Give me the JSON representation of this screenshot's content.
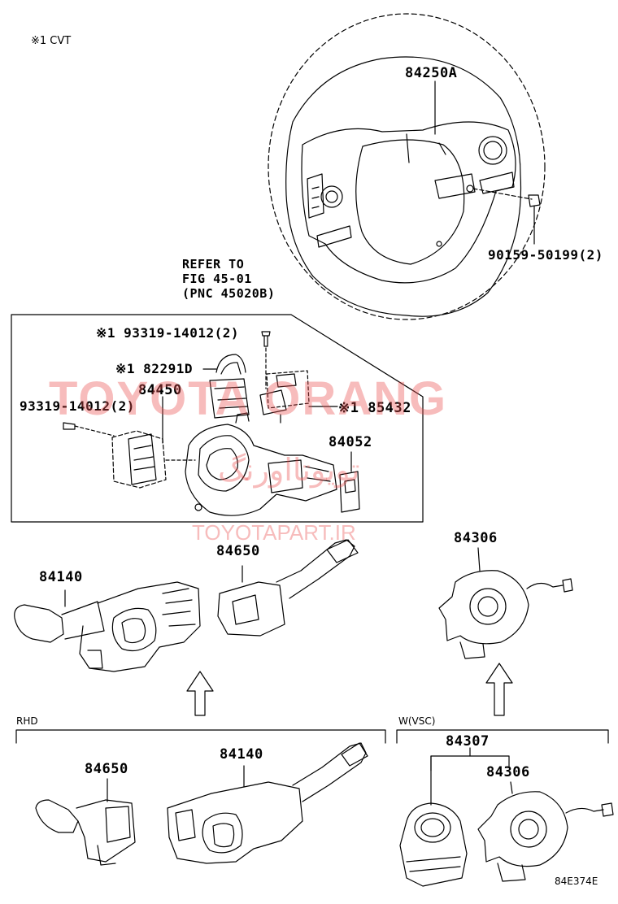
{
  "note_cvt": "※1 CVT",
  "parts": {
    "wheel": "84250A",
    "screw_wheel": "90159-50199(2)",
    "refer_line1": "REFER TO",
    "refer_line2": "FIG 45-01",
    "refer_line3": "(PNC 45020B)",
    "screw_top": "※1 93319-14012(2)",
    "d82291": "※1 82291D",
    "p84450": "84450",
    "screw_left": "93319-14012(2)",
    "p85432": "※1 85432",
    "p84052": "84052",
    "p84140_top": "84140",
    "p84650_top": "84650",
    "p84306_top": "84306",
    "rhd_label": "RHD",
    "vsc_label": "W(VSC)",
    "p84650_bot": "84650",
    "p84140_bot": "84140",
    "p84307": "84307",
    "p84306_bot": "84306",
    "diagram_code": "84E374E"
  },
  "watermark": {
    "main": "TOYOTA ORANG",
    "arabic": "تویوتااورنگ",
    "url": "TOYOTAPART.IR",
    "color": "#eb5050"
  }
}
